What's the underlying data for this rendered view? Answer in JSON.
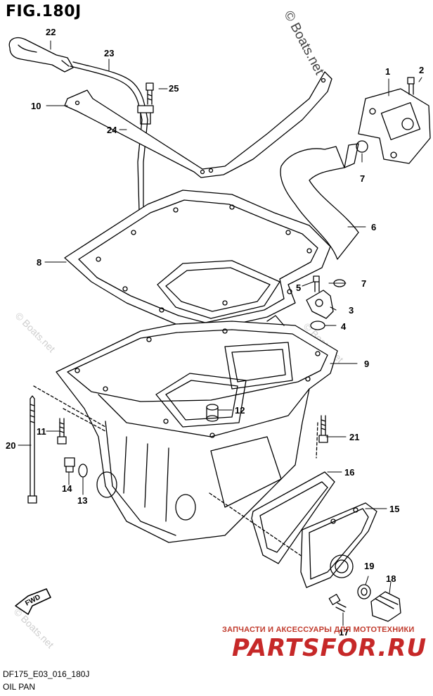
{
  "figure": {
    "title": "FIG.180J",
    "watermark": "© Boats.net",
    "watermark_faint": "© Boats.net",
    "diagram_code": "DF175_E03_016_180J",
    "caption": "OIL PAN",
    "shop_tagline": "ЗАПЧАСТИ И АКСЕССУАРЫ ДЛЯ МОТОТЕХНИКИ",
    "shop_logo": "PARTSFOR.RU"
  },
  "callouts": [
    {
      "id": "1",
      "label": "1"
    },
    {
      "id": "2",
      "label": "2"
    },
    {
      "id": "3",
      "label": "3"
    },
    {
      "id": "4",
      "label": "4"
    },
    {
      "id": "5",
      "label": "5"
    },
    {
      "id": "6",
      "label": "6"
    },
    {
      "id": "7a",
      "label": "7"
    },
    {
      "id": "7b",
      "label": "7"
    },
    {
      "id": "8",
      "label": "8"
    },
    {
      "id": "9",
      "label": "9"
    },
    {
      "id": "10",
      "label": "10"
    },
    {
      "id": "11",
      "label": "11"
    },
    {
      "id": "12",
      "label": "12"
    },
    {
      "id": "13",
      "label": "13"
    },
    {
      "id": "14",
      "label": "14"
    },
    {
      "id": "15",
      "label": "15"
    },
    {
      "id": "16",
      "label": "16"
    },
    {
      "id": "17",
      "label": "17"
    },
    {
      "id": "18",
      "label": "18"
    },
    {
      "id": "19",
      "label": "19"
    },
    {
      "id": "20",
      "label": "20"
    },
    {
      "id": "21",
      "label": "21"
    },
    {
      "id": "22",
      "label": "22"
    },
    {
      "id": "23",
      "label": "23"
    },
    {
      "id": "24",
      "label": "24"
    },
    {
      "id": "25",
      "label": "25"
    }
  ],
  "fwd_marker": "FWD",
  "colors": {
    "line": "#000000",
    "shop_red": "#c62828",
    "watermark": "#444444"
  }
}
